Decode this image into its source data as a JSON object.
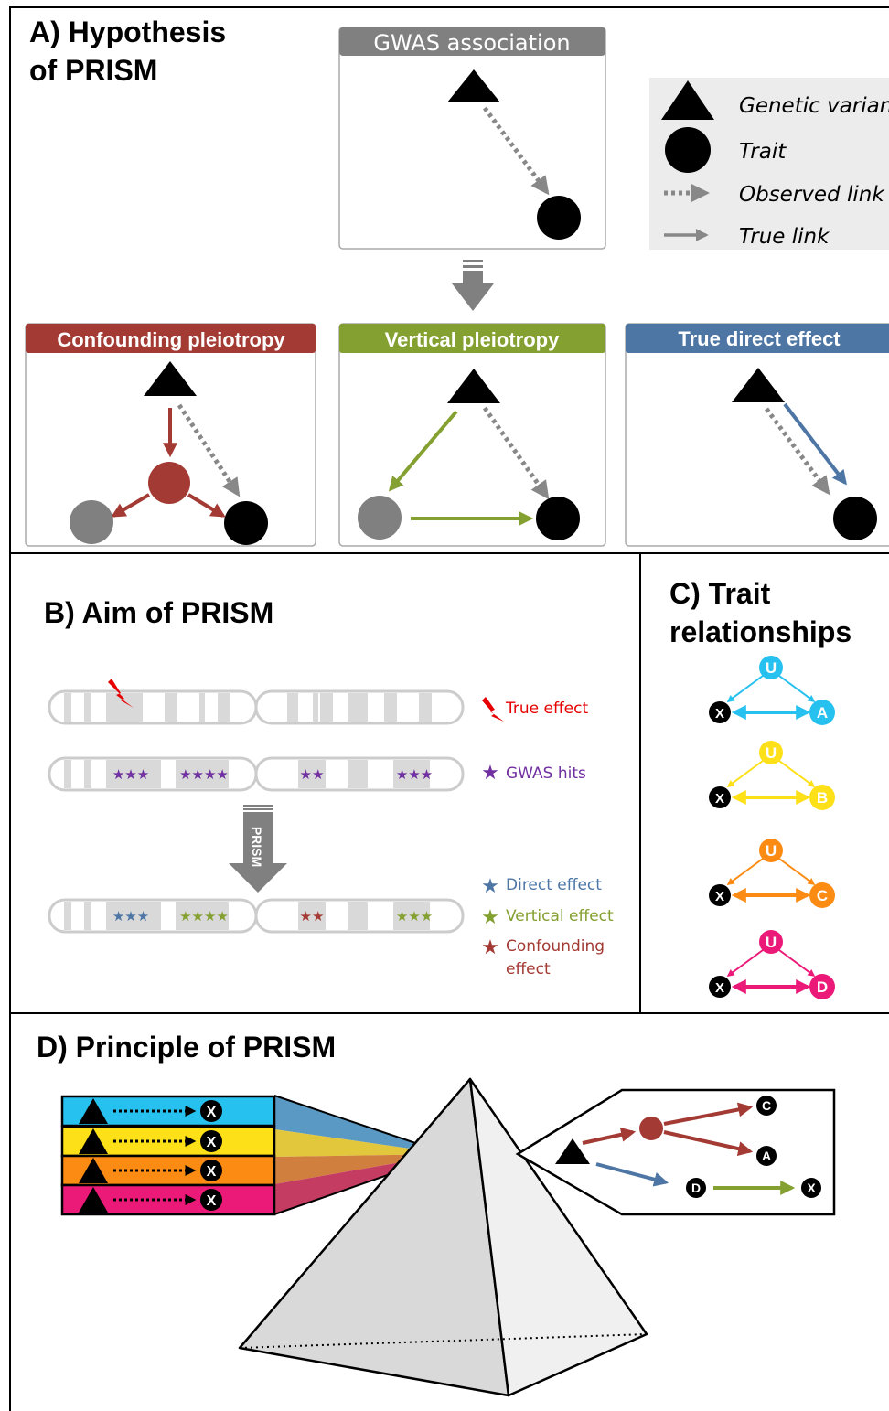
{
  "panel_a": {
    "title_line1": "A) Hypothesis",
    "title_line2": "of PRISM",
    "gwas_box_title": "GWAS association",
    "legend": {
      "variant": "Genetic variant",
      "trait": "Trait",
      "observed": "Observed link",
      "true_link": "True link"
    },
    "boxes": {
      "confounding": "Confounding pleiotropy",
      "vertical": "Vertical pleiotropy",
      "direct": "True direct effect"
    }
  },
  "panel_b": {
    "title": "B) Aim of PRISM",
    "arrow_label": "PRISM",
    "row1_stars": [
      "★★★",
      "★★★★",
      "★★",
      "★★★"
    ],
    "row2_stars": [
      "★★★",
      "★★★★",
      "★★",
      "★★★"
    ],
    "legend": {
      "true_effect": "True effect",
      "gwas_hits": "GWAS hits",
      "direct_effect": "Direct effect",
      "vertical_effect": "Vertical effect",
      "confounding_line1": "Confounding",
      "confounding_line2": "effect"
    }
  },
  "panel_c": {
    "title_line1": "C) Trait",
    "title_line2": "relationships",
    "graphs": [
      {
        "u": "U",
        "x": "X",
        "t": "A",
        "color": "#27c1ef"
      },
      {
        "u": "U",
        "x": "X",
        "t": "B",
        "color": "#fde018"
      },
      {
        "u": "U",
        "x": "X",
        "t": "C",
        "color": "#fb8b13"
      },
      {
        "u": "U",
        "x": "X",
        "t": "D",
        "color": "#eb1a78"
      }
    ]
  },
  "panel_d": {
    "title": "D) Principle of PRISM",
    "bands": [
      {
        "x": "X",
        "color": "#27c1ef"
      },
      {
        "x": "X",
        "color": "#fde018"
      },
      {
        "x": "X",
        "color": "#fb8b13"
      },
      {
        "x": "X",
        "color": "#eb1a78"
      }
    ],
    "output_nodes": {
      "c": "C",
      "a": "A",
      "d": "D",
      "x": "X"
    }
  },
  "colors": {
    "confounding": "#a33a33",
    "vertical": "#84a031",
    "direct": "#4d76a5",
    "gwas_header": "#808080",
    "star_purple": "#7030a0",
    "true_red": "#e60000"
  }
}
